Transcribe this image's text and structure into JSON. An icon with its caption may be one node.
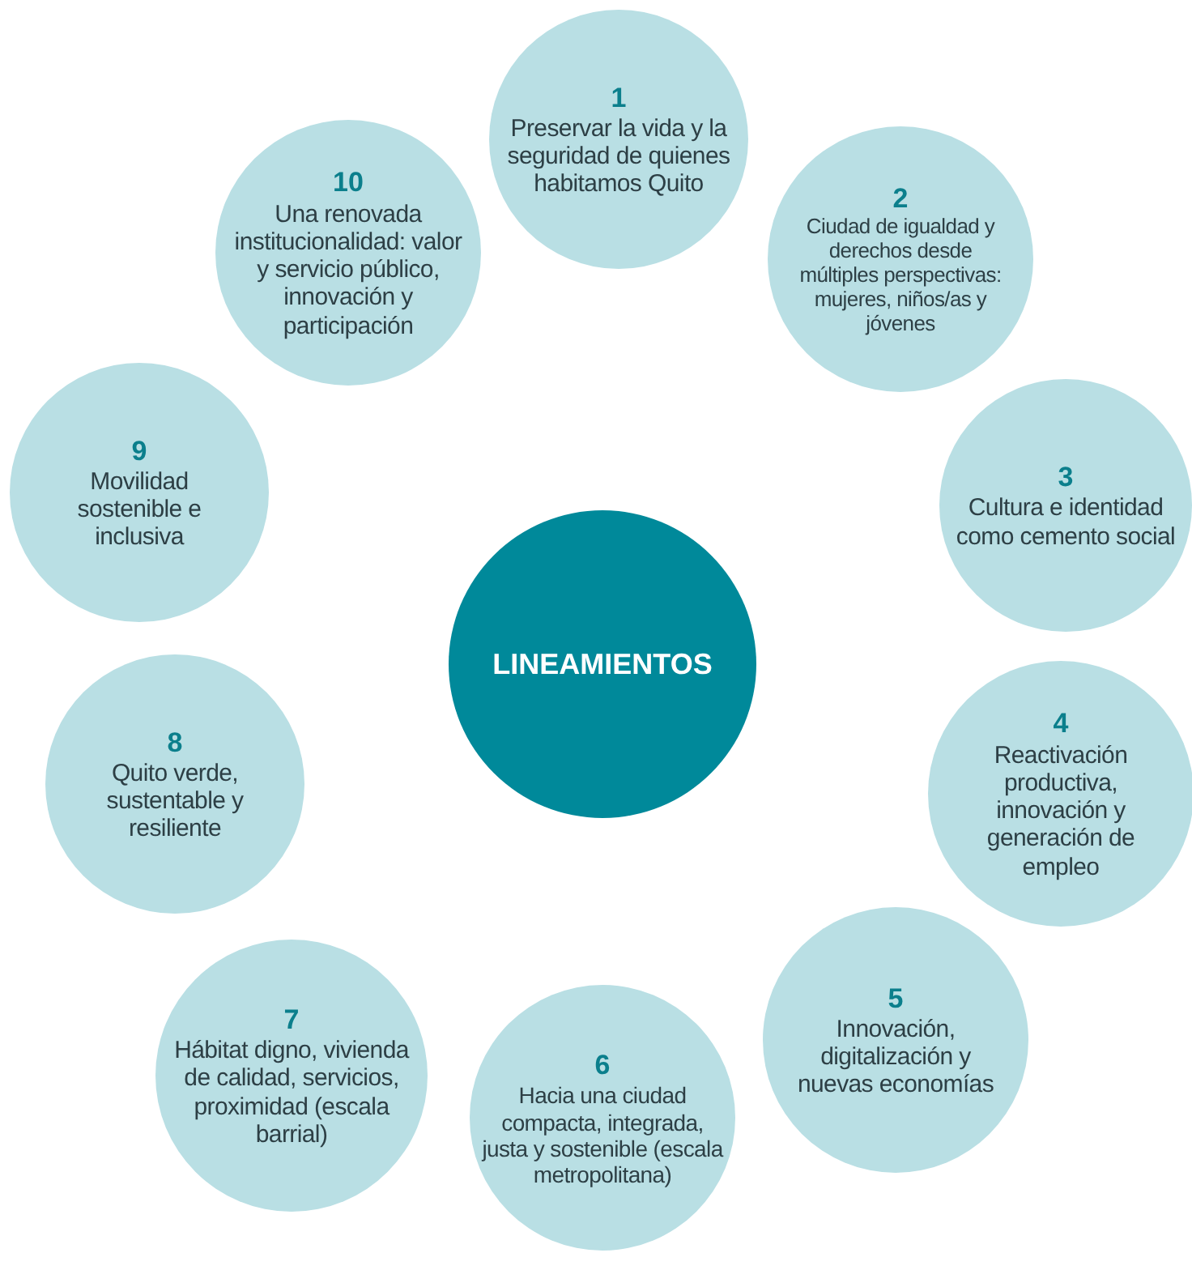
{
  "diagram": {
    "nodes": [
      {
        "text": [
          "1",
          "Preservar la vida y la seguridad de quienes habitamos Quito"
        ]
      },
      {
        "text": [
          "2",
          "Ciudad de igualdad y derechos desde múltiples perspectivas: mujeres, niños/as y jóvenes"
        ]
      },
      {
        "text": [
          "3",
          "Cultura e identidad como cemento social"
        ]
      },
      {
        "text": [
          "4",
          "Reactivación productiva, innovación y generación de empleo"
        ]
      },
      {
        "text": [
          "5",
          "Innovación, digitalización y nuevas economías"
        ]
      },
      {
        "text": [
          "6",
          "Hacia una ciudad compacta, integrada, justa y sostenible (escala metropolitana)"
        ]
      },
      {
        "text": [
          "7",
          "Hábitat digno, vivienda de calidad, servicios, proximidad (escala barrial)"
        ]
      },
      {
        "text": [
          "8",
          "Quito verde, sustentable y resiliente"
        ]
      },
      {
        "text": [
          "9",
          "Movilidad sostenible e inclusiva"
        ]
      },
      {
        "text": [
          "10",
          "Una renovada institucionalidad: valor y servicio público, innovación y participación"
        ]
      },
      {
        "text": [
          "LINEAMIENTOS"
        ]
      }
    ]
  }
}
